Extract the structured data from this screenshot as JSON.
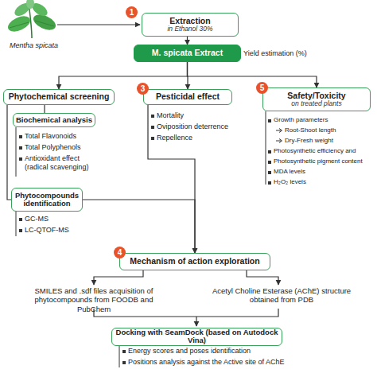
{
  "diagram": {
    "nodes": [
      {
        "text": [
          "Extraction",
          "in Ethanol 30%"
        ]
      },
      {
        "text": [
          "M. spicata Extract"
        ]
      },
      {
        "text": [
          "Phytochemical screening"
        ]
      },
      {
        "text": [
          "Pesticidal effect"
        ]
      },
      {
        "text": [
          "Safety/Toxicity",
          "on treated plants"
        ]
      },
      {
        "text": [
          "Biochemical analysis"
        ]
      },
      {
        "text": [
          "Phytocompounds identification"
        ]
      },
      {
        "text": [
          "Mechanism of action exploration"
        ]
      },
      {
        "text": [
          "Docking with SeamDock (based on Autodock Vina)"
        ]
      }
    ],
    "edges": [
      {
        "from": 0,
        "to": 1,
        "arrow": "to"
      },
      {
        "from": 1,
        "to": 2,
        "arrow": "to"
      },
      {
        "from": 1,
        "to": 3,
        "arrow": "to"
      },
      {
        "from": 1,
        "to": 4,
        "arrow": "to"
      },
      {
        "from": 2,
        "to": 5,
        "arrow": "none"
      },
      {
        "from": 2,
        "to": 6,
        "arrow": "none"
      },
      {
        "from": 3,
        "to": 7,
        "arrow": "to"
      },
      {
        "from": 6,
        "to": 7,
        "arrow": "to"
      }
    ],
    "labels": [
      "Mentha spicata",
      "1",
      "Yield estimation (%)",
      "3",
      "5",
      "4",
      "Total Flavonoids",
      "Total Polyphenols",
      "Antioxidant effect (radical scavenging)",
      "Mortality",
      "Oviposition deterrence",
      "Repellence",
      "Growth parameters",
      "Root-Shoot length",
      "Dry-Fresh weight",
      "Photosynthetic efficiency and",
      "Photosynthetic pigment content",
      "MDA levels",
      "H₂O₂ levels",
      "GC-MS",
      "LC-QTOF-MS",
      "SMILES and .sdf files acquisition of phytocompounds from FOODB and PubChem",
      "Acetyl Choline Esterase (AChE) structure obtained from PDB",
      "Energy scores and poses identification",
      "Positions analysis against the Active site of AChE"
    ]
  }
}
